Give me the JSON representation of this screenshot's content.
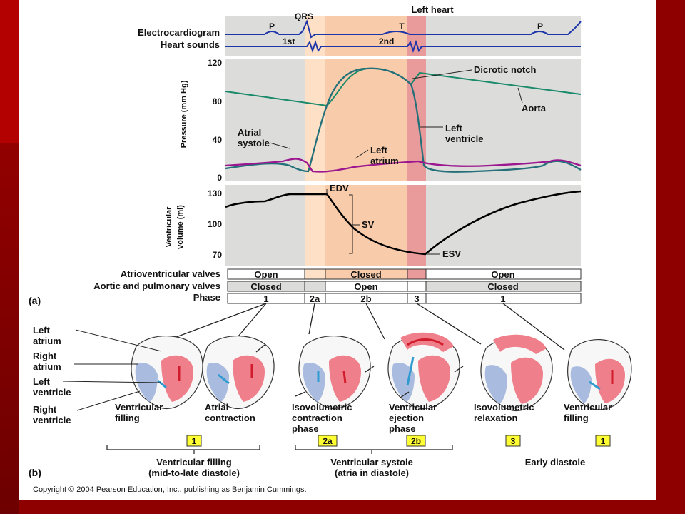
{
  "header": {
    "title": "Left heart"
  },
  "ecg": {
    "row_label": "Electrocardiogram",
    "sounds_label": "Heart sounds",
    "wave_labels": [
      "P",
      "QRS",
      "T",
      "P"
    ],
    "sound_labels": [
      "1st",
      "2nd"
    ]
  },
  "pressure": {
    "axis_label": "Pressure (mm Hg)",
    "ticks": [
      "120",
      "80",
      "40",
      "0"
    ],
    "labels": {
      "dicrotic": "Dicrotic notch",
      "aorta": "Aorta",
      "lv_1": "Left",
      "lv_2": "ventricle",
      "la_1": "Left",
      "la_2": "atrium",
      "as_1": "Atrial",
      "as_2": "systole"
    }
  },
  "volume": {
    "axis_label_1": "Ventricular",
    "axis_label_2": "volume (ml)",
    "ticks": [
      "130",
      "100",
      "70"
    ],
    "labels": {
      "edv": "EDV",
      "sv": "SV",
      "esv": "ESV"
    }
  },
  "valves": {
    "av_label": "Atrioventricular valves",
    "ap_label": "Aortic and pulmonary valves",
    "phase_label": "Phase",
    "av_states": [
      "Open",
      "Closed",
      "Open"
    ],
    "ap_states": [
      "Closed",
      "Open",
      "Closed"
    ],
    "phases": [
      "1",
      "2a",
      "2b",
      "3",
      "1"
    ]
  },
  "part_a": "(a)",
  "part_b": "(b)",
  "anatomy": {
    "la_1": "Left",
    "la_2": "atrium",
    "ra_1": "Right",
    "ra_2": "atrium",
    "lv_1": "Left",
    "lv_2": "ventricle",
    "rv_1": "Right",
    "rv_2": "ventricle"
  },
  "stages": [
    {
      "line1": "Ventricular",
      "line2": "filling",
      "line3": ""
    },
    {
      "line1": "Atrial",
      "line2": "contraction",
      "line3": ""
    },
    {
      "line1": "Isovolumetric",
      "line2": "contraction",
      "line3": "phase"
    },
    {
      "line1": "Ventricular",
      "line2": "ejection",
      "line3": "phase"
    },
    {
      "line1": "Isovolumetric",
      "line2": "relaxation",
      "line3": ""
    },
    {
      "line1": "Ventricular",
      "line2": "filling",
      "line3": ""
    }
  ],
  "badges": [
    "1",
    "2a",
    "2b",
    "3",
    "1"
  ],
  "groups": [
    {
      "line1": "Ventricular filling",
      "line2": "(mid-to-late diastole)"
    },
    {
      "line1": "Ventricular systole",
      "line2": "(atria in diastole)"
    },
    {
      "line1": "Early diastole",
      "line2": ""
    }
  ],
  "copyright": "Copyright © 2004 Pearson Education, Inc., publishing as Benjamin Cummings.",
  "colors": {
    "band_gray": "#dcdcda",
    "band_2a": "#fde0c6",
    "band_2b": "#f8cbaa",
    "band_3": "#e99a9a",
    "ecg_line": "#1c35a8",
    "aorta_line": "#1a8a6a",
    "ventricle_line": "#23707a",
    "atrium_line": "#9b168f",
    "badge_yellow": "#ffff33"
  }
}
